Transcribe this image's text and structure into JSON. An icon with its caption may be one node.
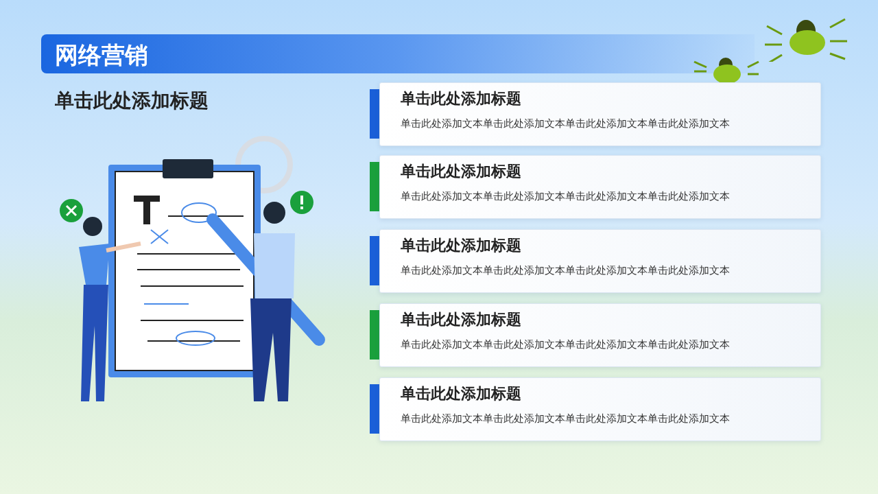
{
  "diagram": {
    "title": "网络营销",
    "nodes": [
      {
        "text": [
          "单击此处添加标题",
          "单击此处添加文本单击此处添加文本单击此处添加文本单击此处添加文本"
        ]
      },
      {
        "text": [
          "单击此处添加标题",
          "单击此处添加文本单击此处添加文本单击此处添加文本单击此处添加文本"
        ]
      },
      {
        "text": [
          "单击此处添加标题",
          "单击此处添加文本单击此处添加文本单击此处添加文本单击此处添加文本"
        ]
      },
      {
        "text": [
          "单击此处添加标题",
          "单击此处添加文本单击此处添加文本单击此处添加文本单击此处添加文本"
        ]
      },
      {
        "text": [
          "单击此处添加标题",
          "单击此处添加文本单击此处添加文本单击此处添加文本单击此处添加文本"
        ]
      }
    ],
    "edges": [],
    "labels": [
      "单击此处添加标题"
    ]
  }
}
